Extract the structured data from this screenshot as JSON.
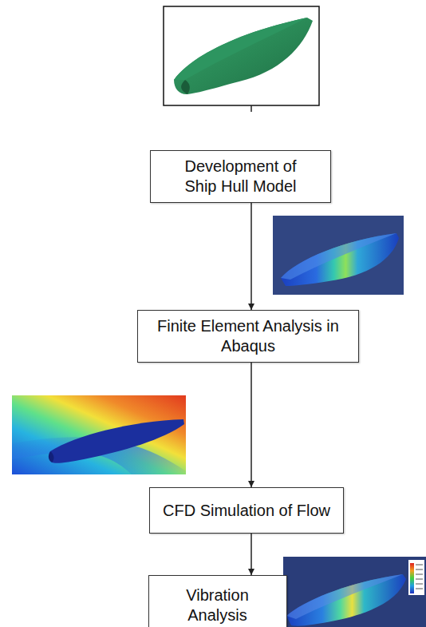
{
  "diagram": {
    "nodes": [
      {
        "text": [
          "Development of Ship Hull Model"
        ]
      },
      {
        "text": [
          "Finite Element Analysis in Abaqus"
        ]
      },
      {
        "text": [
          "CFD Simulation of Flow"
        ]
      },
      {
        "text": [
          "Vibration Analysis"
        ]
      }
    ],
    "edges": [
      {
        "from": 0,
        "to": 1,
        "arrow": "to"
      },
      {
        "from": 1,
        "to": 2,
        "arrow": "to"
      },
      {
        "from": 2,
        "to": 3,
        "arrow": "to"
      }
    ]
  }
}
